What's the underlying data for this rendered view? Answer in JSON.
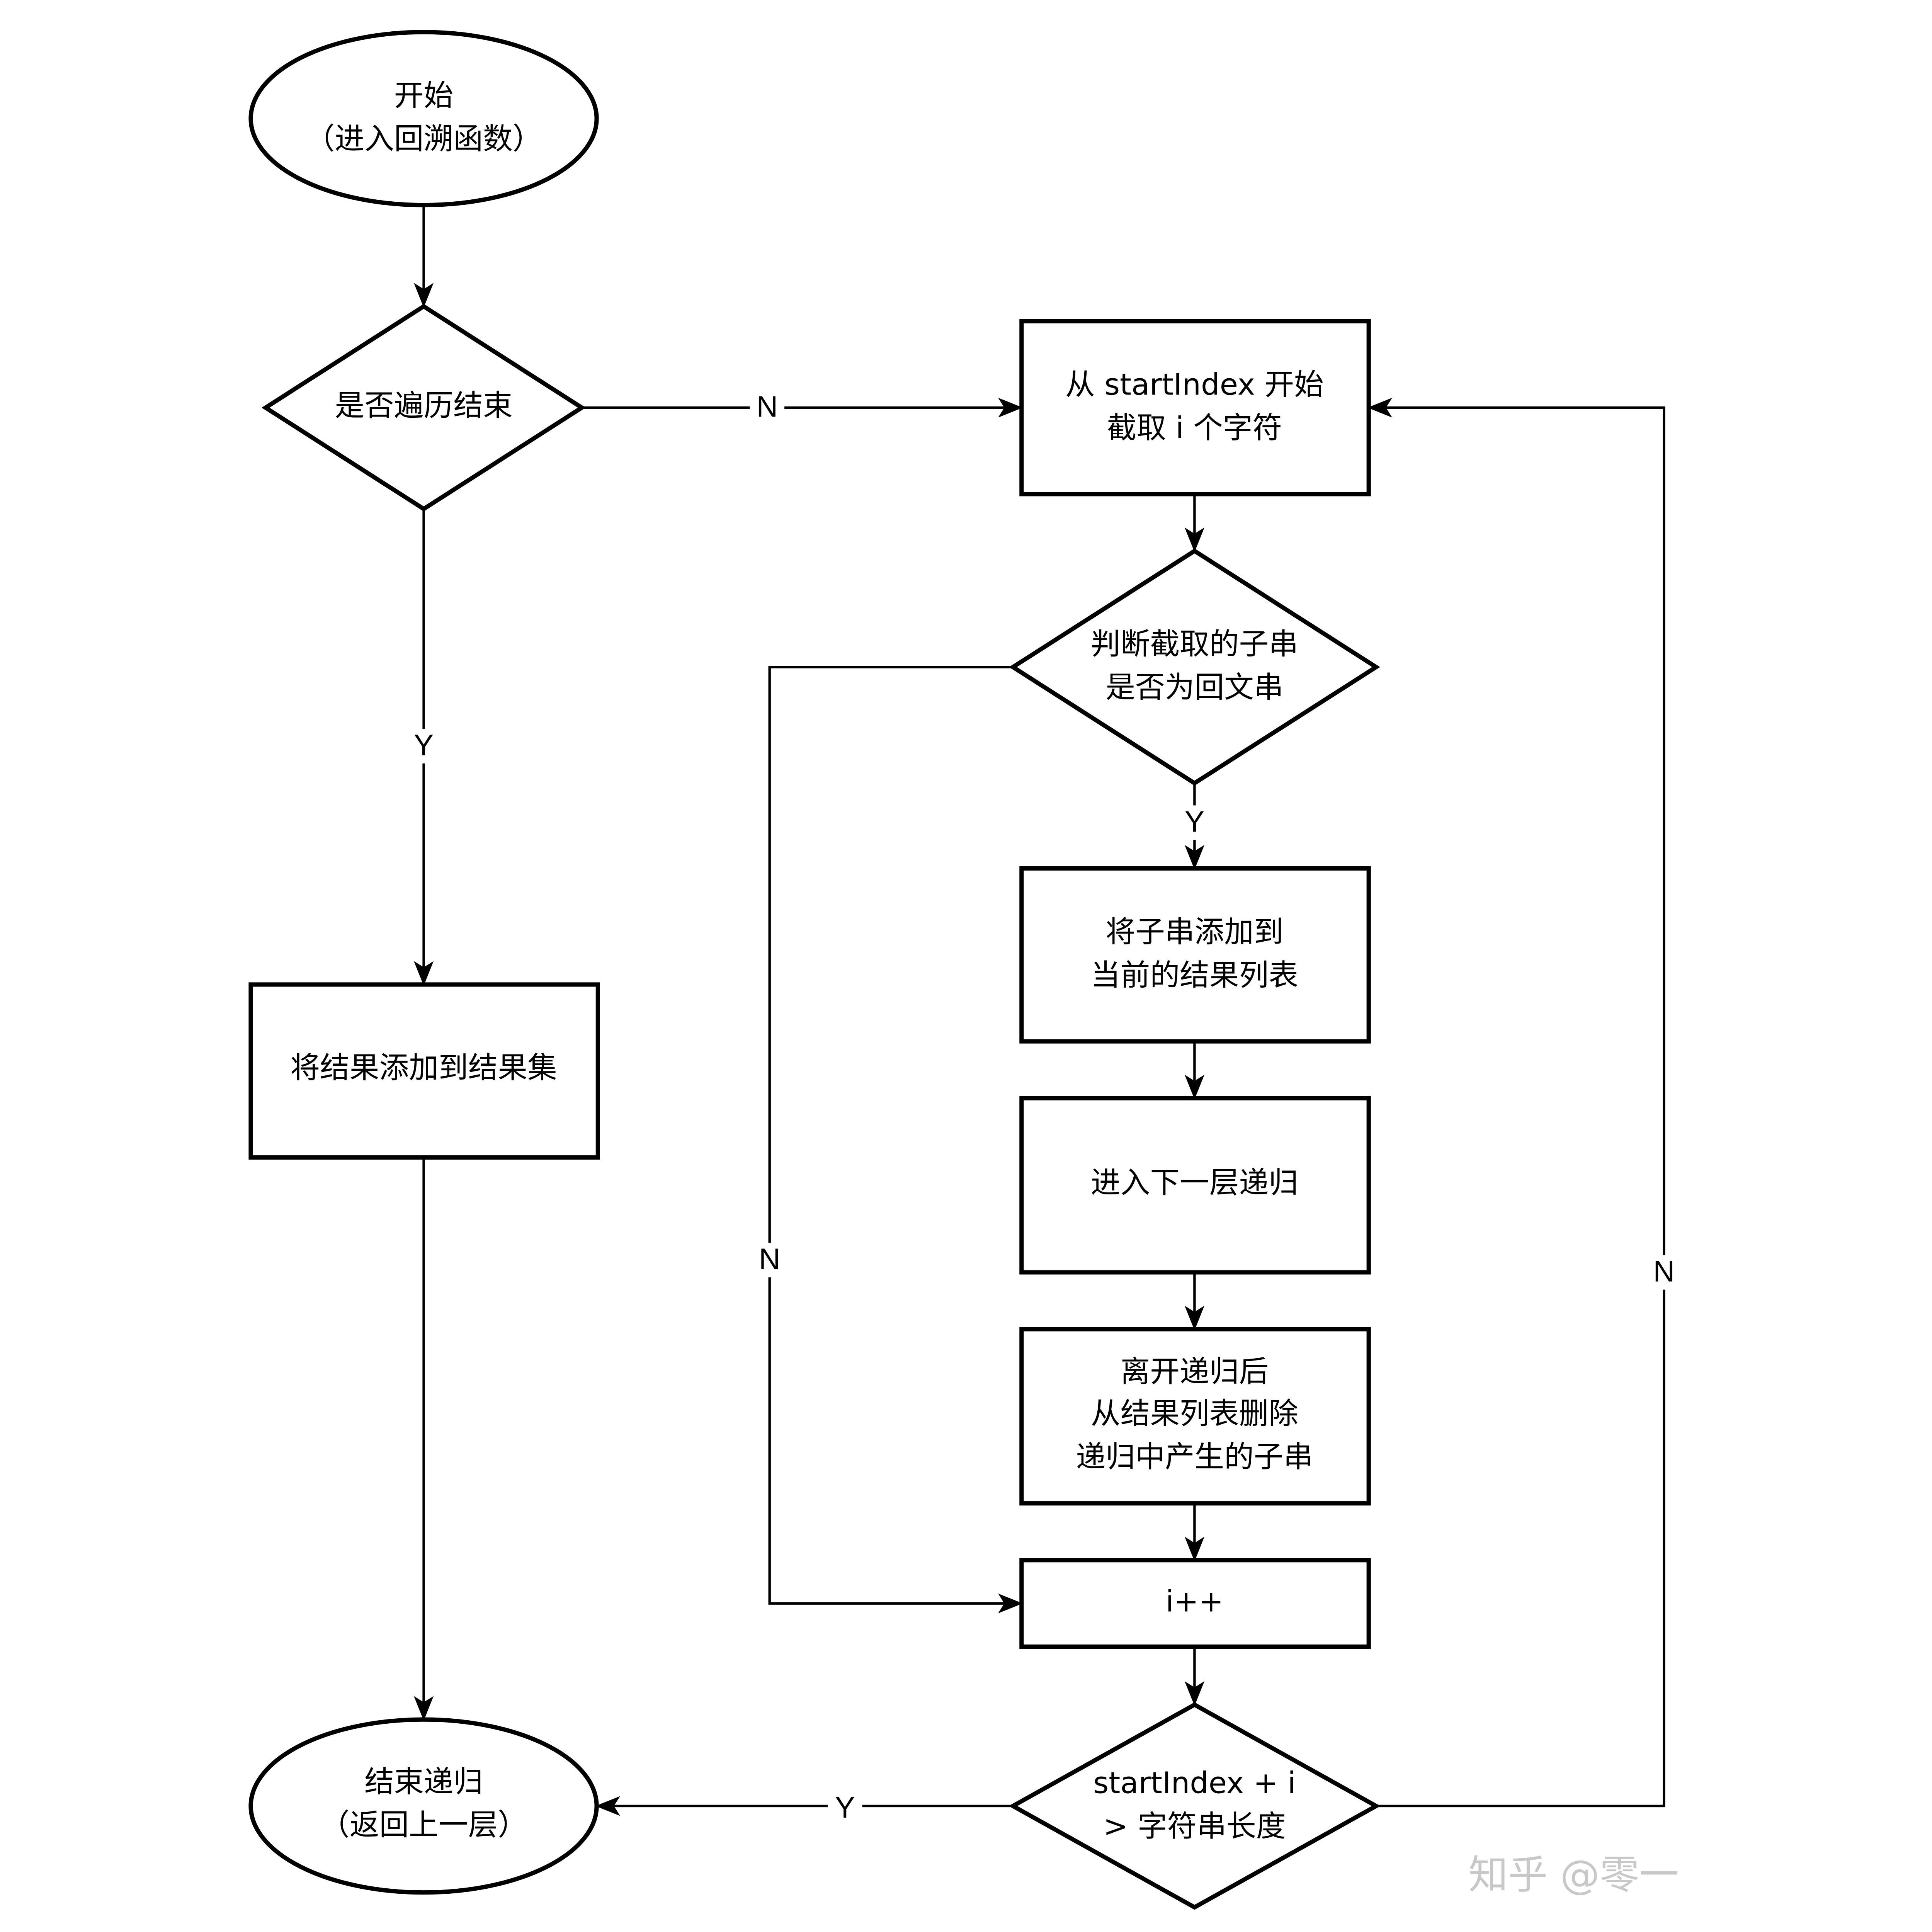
{
  "nodes": {
    "start": [
      "开始",
      "（进入回溯函数）"
    ],
    "check_end": [
      "是否遍历结束"
    ],
    "add_result": [
      "将结果添加到结果集"
    ],
    "end": [
      "结束递归",
      "（返回上一层）"
    ],
    "substring": [
      "从 startIndex 开始",
      "截取 i 个字符"
    ],
    "is_palindrome": [
      "判断截取的子串",
      "是否为回文串"
    ],
    "add_sub": [
      "将子串添加到",
      "当前的结果列表"
    ],
    "recurse": [
      "进入下一层递归"
    ],
    "backtrack": [
      "离开递归后",
      "从结果列表删除",
      "递归中产生的子串"
    ],
    "increment": [
      "i++"
    ],
    "check_len": [
      "startIndex + i",
      "> 字符串长度"
    ]
  },
  "edge_labels": {
    "check_end_no": "N",
    "check_end_yes": "Y",
    "palindrome_yes": "Y",
    "palindrome_no": "N",
    "len_yes": "Y",
    "len_no": "N"
  },
  "watermark": "知乎 @零一"
}
